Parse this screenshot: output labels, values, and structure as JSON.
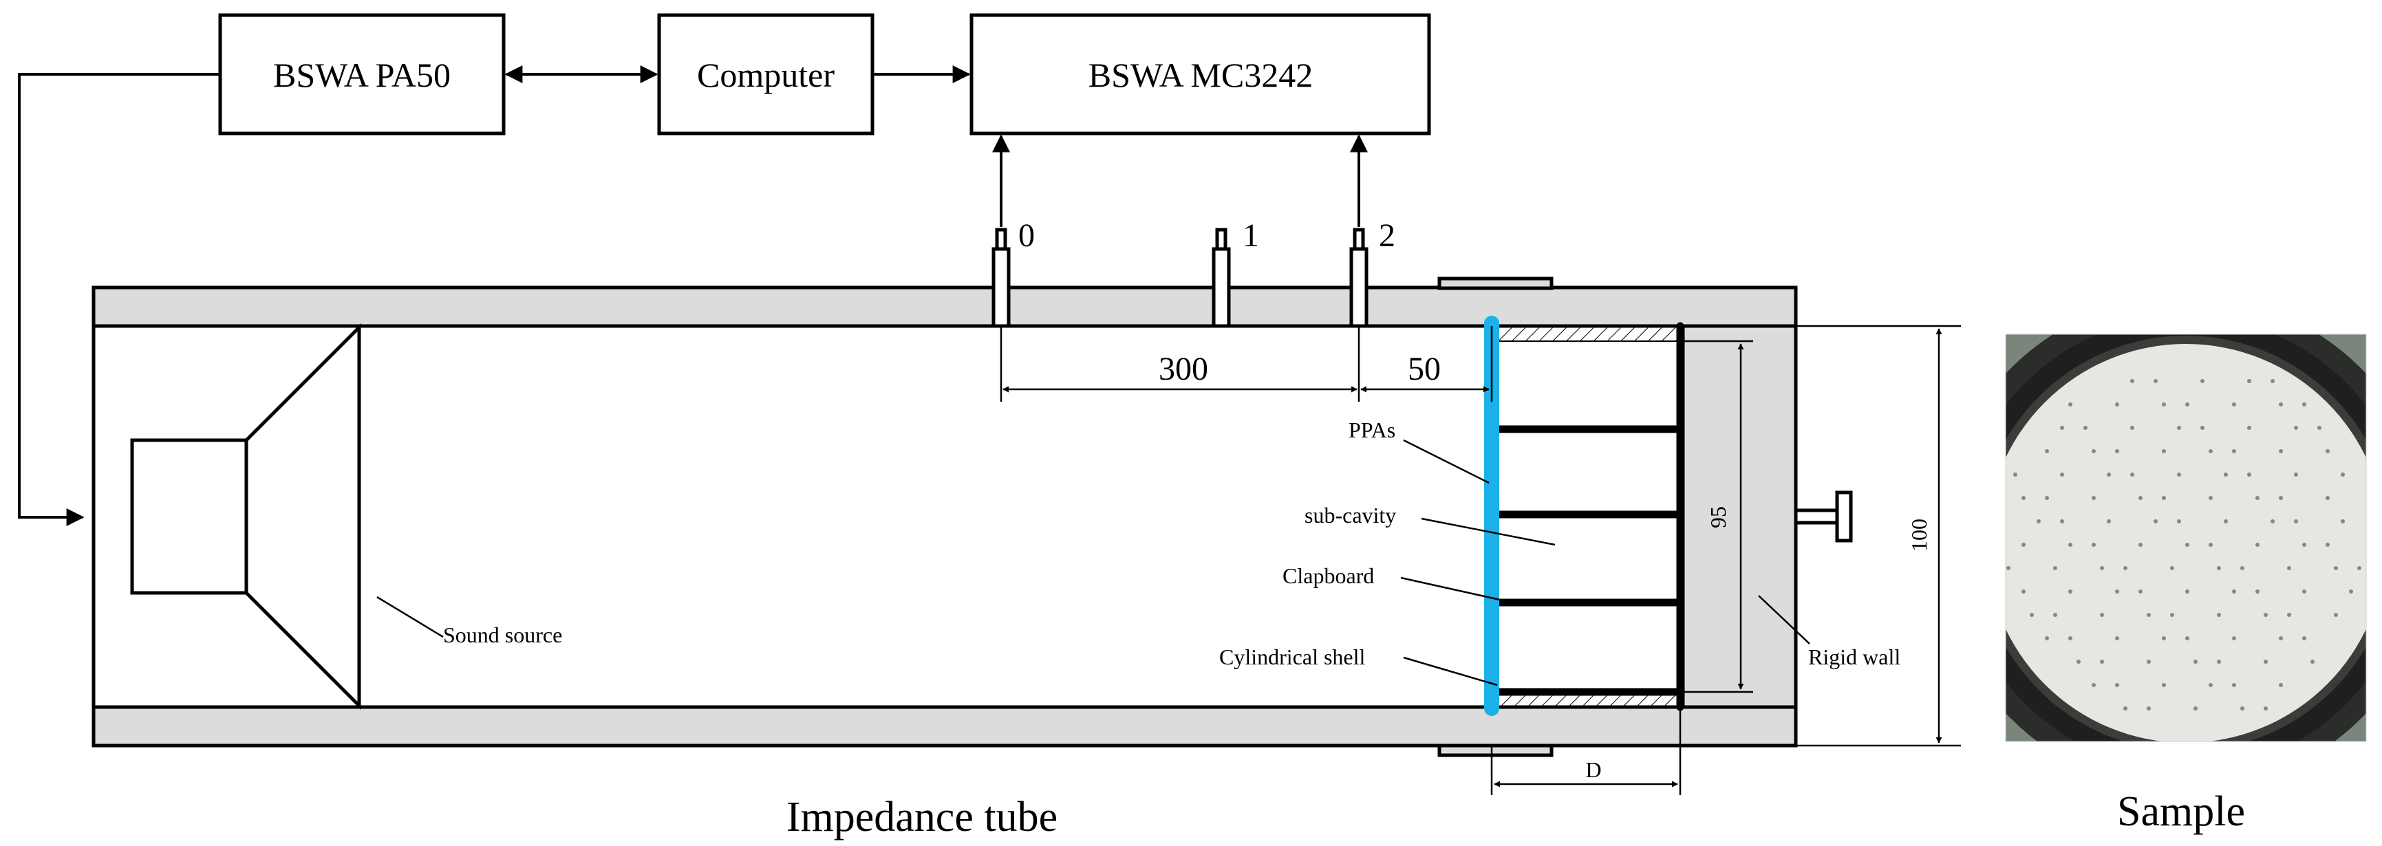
{
  "boxes": {
    "pa50": "BSWA PA50",
    "computer": "Computer",
    "mc3242": "BSWA MC3242"
  },
  "microphones": [
    "0",
    "1",
    "2"
  ],
  "dimensions": {
    "mic_spacing": "300",
    "mic_to_sample": "50",
    "cavity_height": "95",
    "tube_diameter": "100",
    "cavity_depth": "D"
  },
  "annotations": {
    "ppas": "PPAs",
    "sub_cavity": "sub-cavity",
    "clapboard": "Clapboard",
    "shell": "Cylindrical shell",
    "sound_source": "Sound source",
    "rigid_wall": "Rigid wall"
  },
  "captions": {
    "tube": "Impedance tube",
    "sample": "Sample"
  },
  "colors": {
    "ppa_panel": "#1ab0e8",
    "wall_fill": "#dcdcdc",
    "sample_rim": "#1e201e",
    "sample_face": "#e8e6e2"
  }
}
